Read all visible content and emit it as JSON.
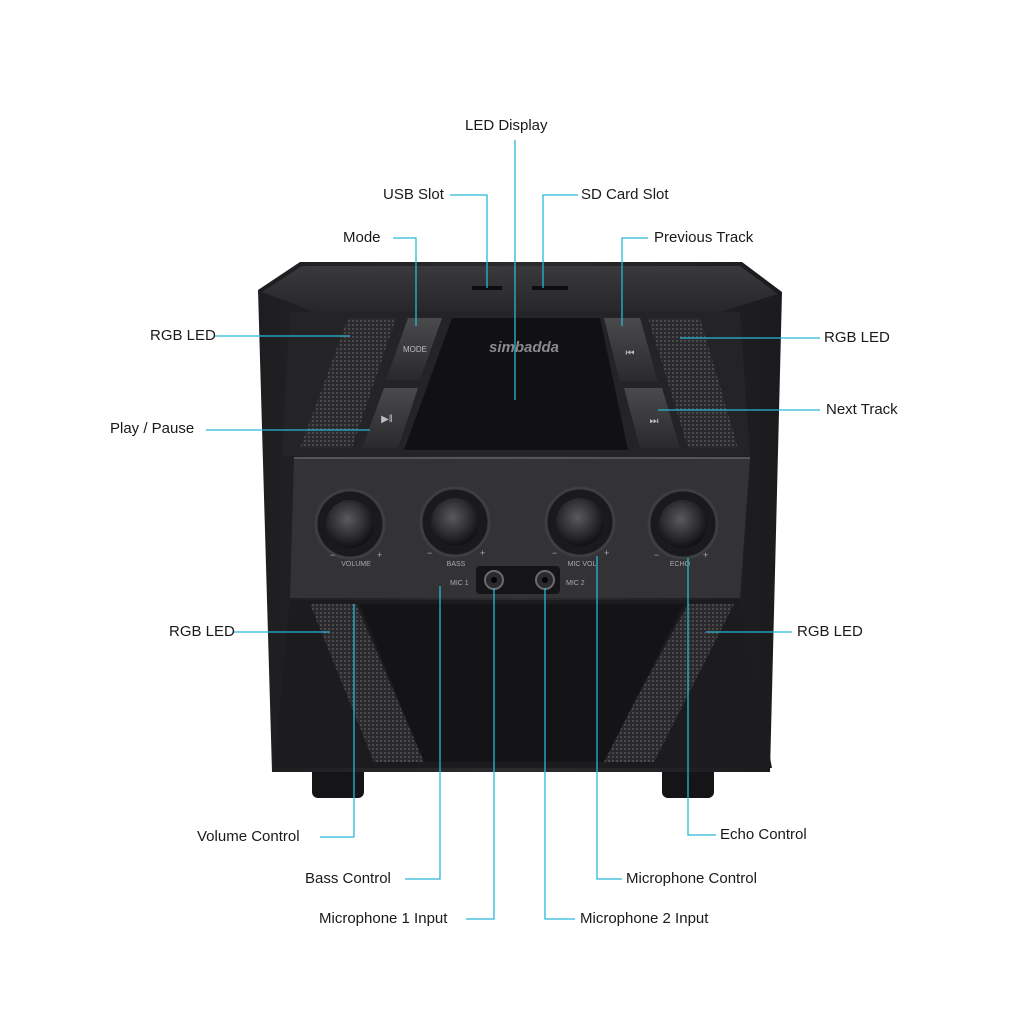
{
  "brand": "simbadda",
  "accent_line_color": "#29b6d6",
  "device": {
    "buttons": {
      "mode": "MODE",
      "play_pause_icon": "play-pause-icon",
      "previous_icon": "previous-track-icon",
      "next_icon": "next-track-icon"
    },
    "knobs": [
      "VOLUME",
      "BASS",
      "MIC VOL",
      "ECHO"
    ],
    "jacks": [
      "MIC 1",
      "MIC 2"
    ],
    "knob_minus": "−",
    "knob_plus": "+"
  },
  "callouts": {
    "led_display": "LED Display",
    "usb_slot": "USB Slot",
    "sd_card_slot": "SD Card Slot",
    "mode": "Mode",
    "previous_track": "Previous Track",
    "rgb_led_top_left": "RGB LED",
    "rgb_led_top_right": "RGB LED",
    "play_pause": "Play / Pause",
    "next_track": "Next Track",
    "rgb_led_bottom_left": "RGB LED",
    "rgb_led_bottom_right": "RGB LED",
    "volume_control": "Volume Control",
    "echo_control": "Echo Control",
    "bass_control": "Bass Control",
    "microphone_control": "Microphone Control",
    "microphone_1_input": "Microphone 1 Input",
    "microphone_2_input": "Microphone 2 Input"
  }
}
